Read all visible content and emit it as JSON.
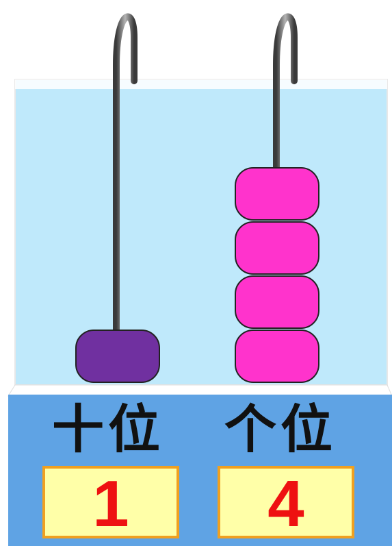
{
  "rods": [
    {
      "place_label": "十位",
      "digit": "1",
      "beads": 1,
      "bead_color": "#7030a0"
    },
    {
      "place_label": "个位",
      "digit": "4",
      "beads": 4,
      "bead_color": "#ff33cc"
    }
  ],
  "colors": {
    "water": "#bfe9fb",
    "frame_base": "#5fa3e4",
    "digit_box_fill": "#ffffa8",
    "digit_box_border": "#f0a020",
    "digit_text": "#ee1111"
  }
}
